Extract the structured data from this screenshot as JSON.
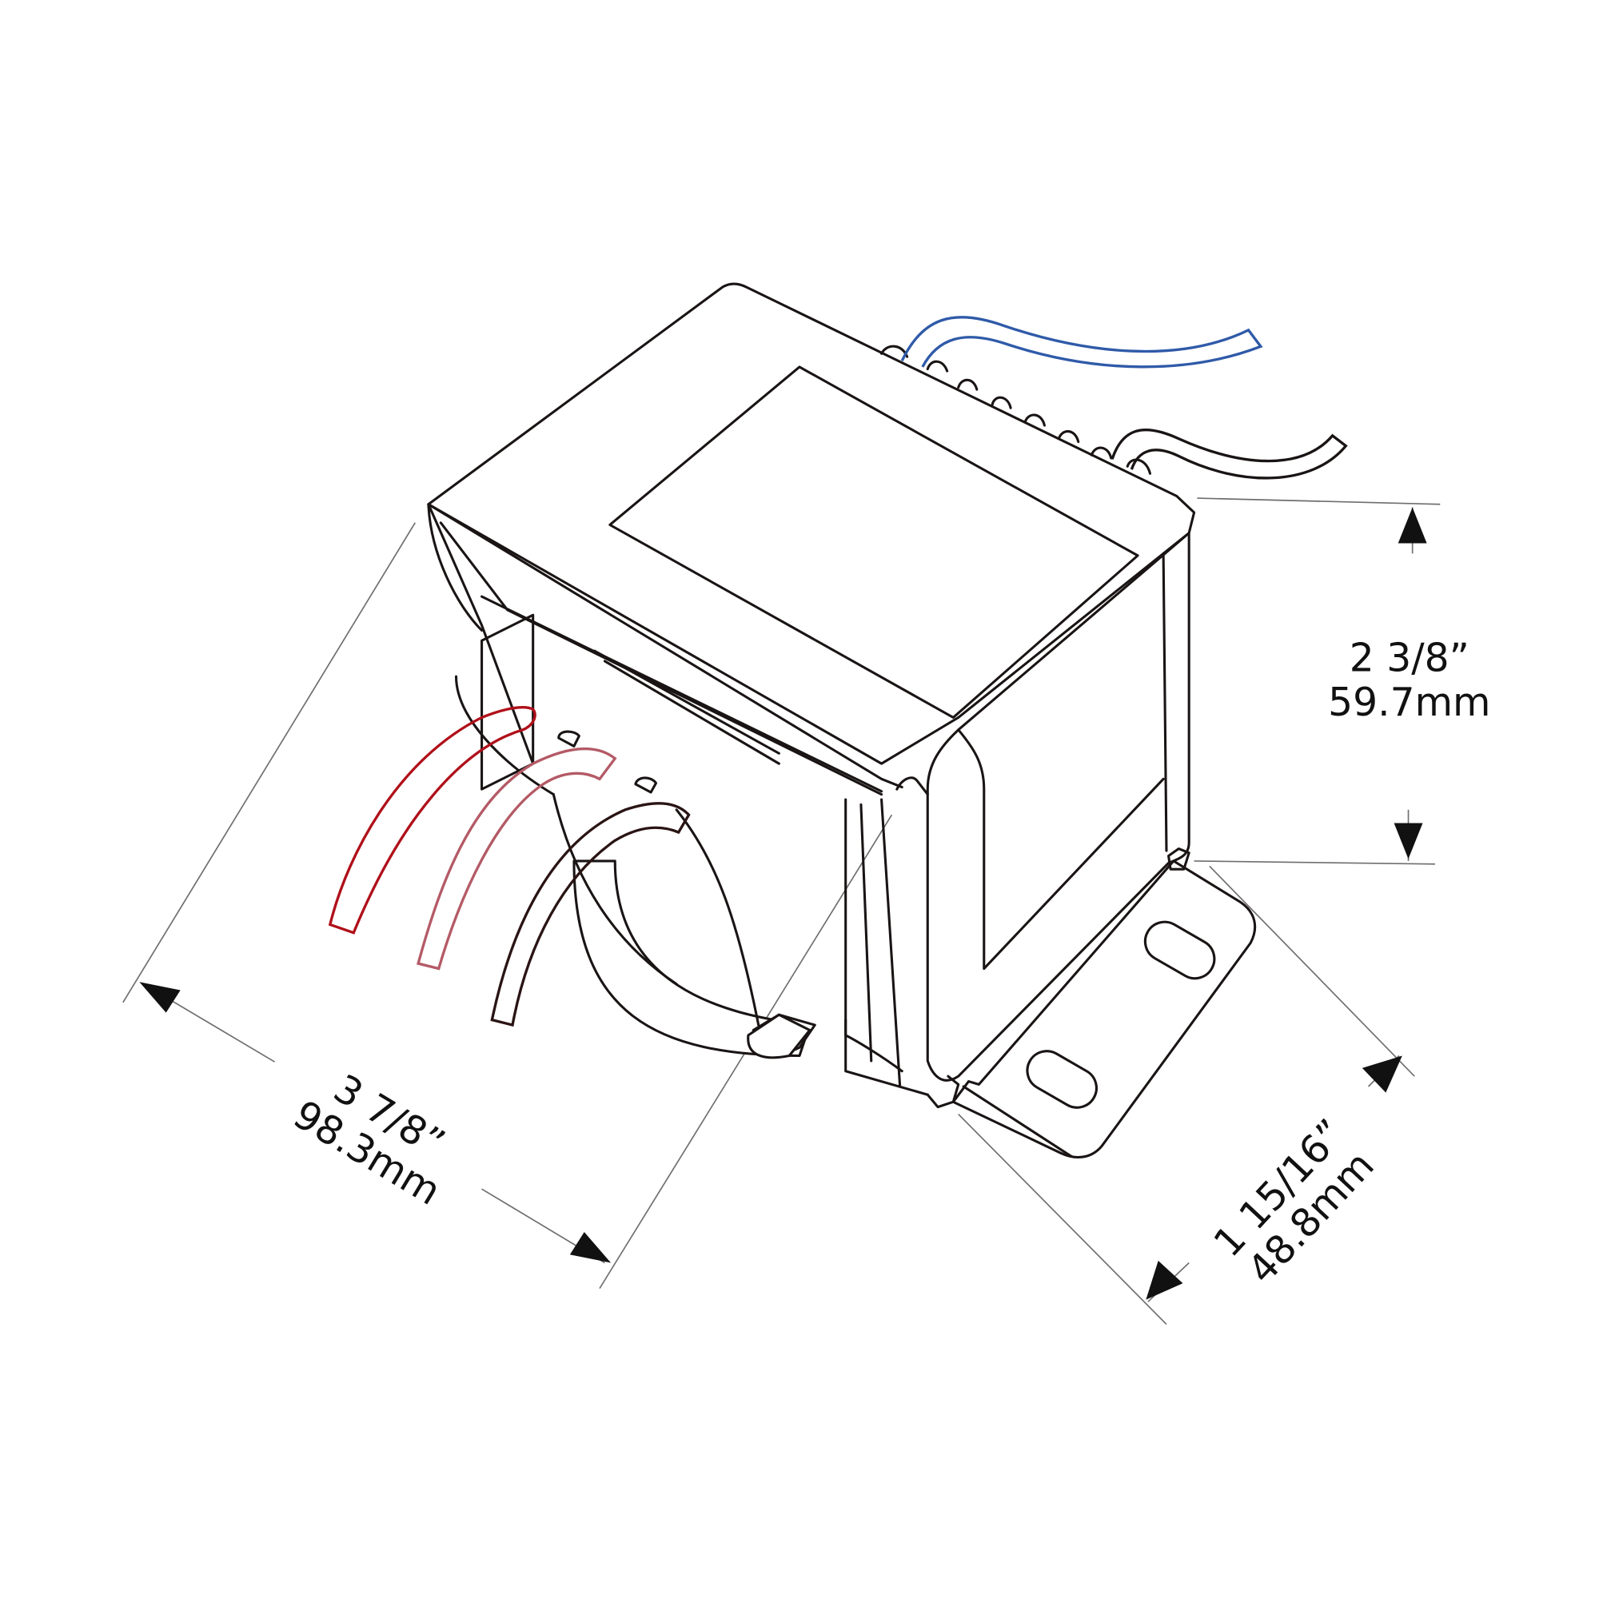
{
  "diagram": {
    "subject": "Chassis-mount transformer with mounting bracket and lead wires",
    "dimensions": {
      "height": {
        "imperial": "2 3/8”",
        "metric": "59.7mm"
      },
      "length": {
        "imperial": "3 7/8”",
        "metric": "98.3mm"
      },
      "depth": {
        "imperial": "1 15/16”",
        "metric": "48.8mm"
      }
    },
    "wires": [
      {
        "name": "blue-lead",
        "color": "#2f5aa8",
        "side": "top"
      },
      {
        "name": "black-top-lead",
        "color": "#1a1414",
        "side": "top"
      },
      {
        "name": "red-lead",
        "color": "#b0101a",
        "side": "front"
      },
      {
        "name": "pink-lead",
        "color": "#b45a66",
        "side": "front"
      },
      {
        "name": "dark-brown-lead",
        "color": "#2a1414",
        "side": "front"
      }
    ],
    "colors": {
      "outline": "#1a1414",
      "dimension_line": "#6e6e6e",
      "background": "#ffffff"
    }
  }
}
